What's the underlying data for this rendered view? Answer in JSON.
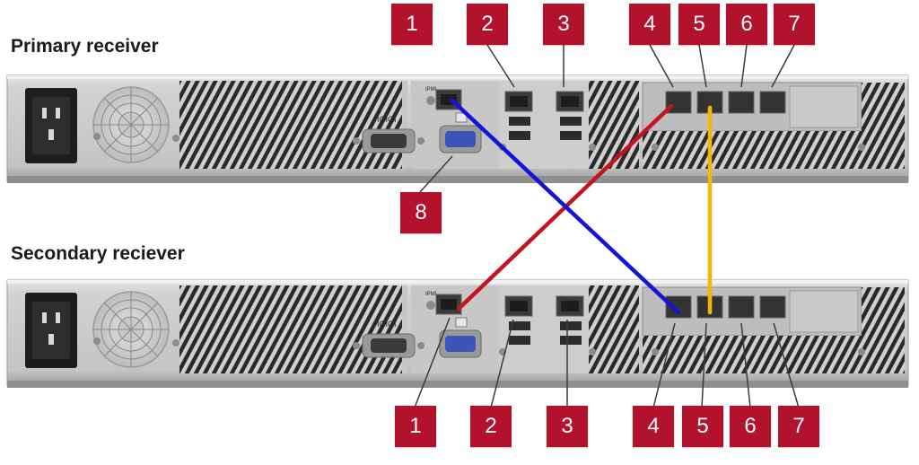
{
  "headings": {
    "primary": "Primary receiver",
    "secondary": "Secondary reciever"
  },
  "panel_labels": {
    "ipmi": "IPMI",
    "serial": "IOIOI"
  },
  "callouts": {
    "top": [
      "1",
      "2",
      "3",
      "4",
      "5",
      "6",
      "7",
      "8"
    ],
    "bottom": [
      "1",
      "2",
      "3",
      "4",
      "5",
      "6",
      "7"
    ]
  },
  "cables": [
    {
      "name": "blue-cable",
      "color": "#1414d6"
    },
    {
      "name": "red-cable",
      "color": "#c4141c"
    },
    {
      "name": "yellow-cable",
      "color": "#f5b800"
    }
  ],
  "colors": {
    "callout": "#b3122d",
    "chassis": "#c9c9c9"
  }
}
